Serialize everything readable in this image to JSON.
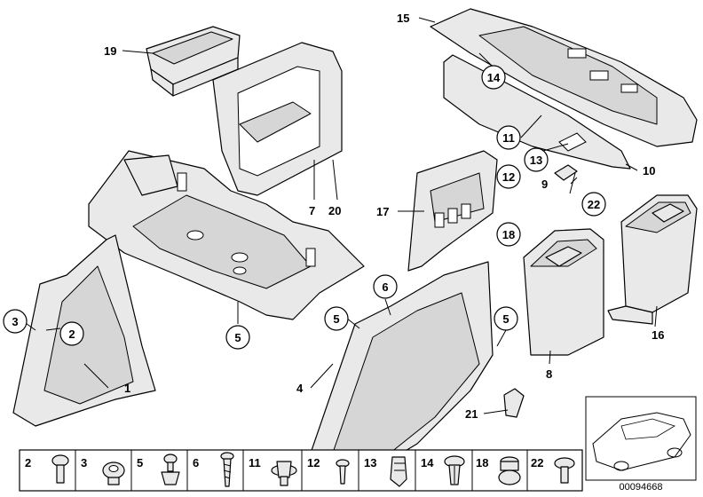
{
  "callouts": {
    "c1": "1",
    "c2": "2",
    "c3": "3",
    "c4": "4",
    "c5a": "5",
    "c5b": "5",
    "c5c": "5",
    "c6": "6",
    "c7": "7",
    "c8": "8",
    "c9": "9",
    "c10": "10",
    "c11": "11",
    "c12": "12",
    "c13": "13",
    "c14": "14",
    "c15": "15",
    "c16": "16",
    "c17": "17",
    "c18": "18",
    "c19": "19",
    "c20": "20",
    "c21": "21",
    "c22": "22"
  },
  "fastener_legend": [
    {
      "number": "2",
      "icon": "rivet-clip-icon"
    },
    {
      "number": "3",
      "icon": "expanding-nut-icon"
    },
    {
      "number": "5",
      "icon": "push-pin-icon"
    },
    {
      "number": "6",
      "icon": "screw-icon"
    },
    {
      "number": "11",
      "icon": "clip-nut-icon"
    },
    {
      "number": "12",
      "icon": "small-screw-icon"
    },
    {
      "number": "13",
      "icon": "spring-clip-icon"
    },
    {
      "number": "14",
      "icon": "expanding-rivet-icon"
    },
    {
      "number": "18",
      "icon": "grommet-icon"
    },
    {
      "number": "22",
      "icon": "plug-rivet-icon"
    }
  ],
  "diagram_id": "00094668"
}
